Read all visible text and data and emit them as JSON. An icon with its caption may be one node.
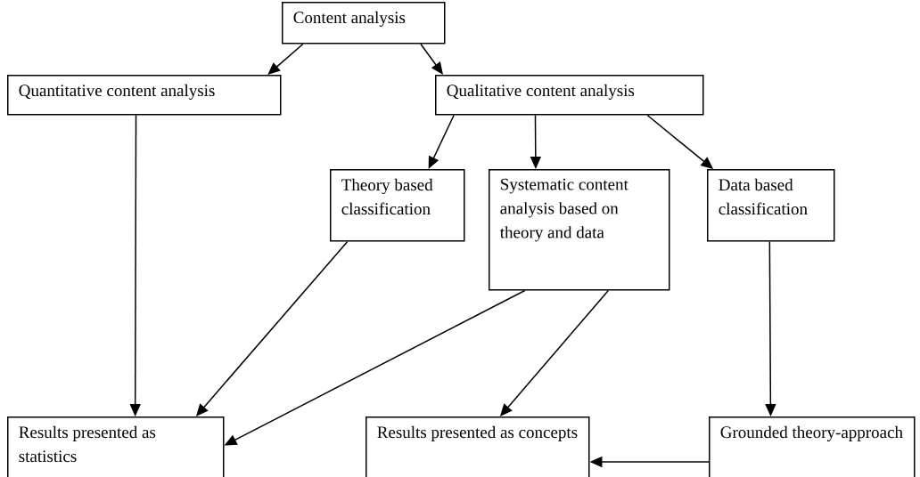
{
  "diagram": {
    "nodes": [
      {
        "text": [
          "Content analysis"
        ]
      },
      {
        "text": [
          "Quantitative content analysis"
        ]
      },
      {
        "text": [
          "Qualitative content analysis"
        ]
      },
      {
        "text": [
          "Theory based classification"
        ]
      },
      {
        "text": [
          "Systematic content analysis based on theory and data"
        ]
      },
      {
        "text": [
          "Data based classification"
        ]
      },
      {
        "text": [
          "Results presented as statistics"
        ]
      },
      {
        "text": [
          "Results presented as concepts"
        ]
      },
      {
        "text": [
          "Grounded theory-approach"
        ]
      }
    ],
    "edges": [
      {
        "from": 0,
        "to": 1,
        "arrow": "to"
      },
      {
        "from": 0,
        "to": 2,
        "arrow": "to"
      },
      {
        "from": 2,
        "to": 3,
        "arrow": "to"
      },
      {
        "from": 2,
        "to": 4,
        "arrow": "to"
      },
      {
        "from": 2,
        "to": 5,
        "arrow": "to"
      },
      {
        "from": 1,
        "to": 6,
        "arrow": "to"
      },
      {
        "from": 3,
        "to": 6,
        "arrow": "to"
      },
      {
        "from": 4,
        "to": 6,
        "arrow": "to"
      },
      {
        "from": 4,
        "to": 7,
        "arrow": "to"
      },
      {
        "from": 5,
        "to": 8,
        "arrow": "to"
      },
      {
        "from": 8,
        "to": 7,
        "arrow": "to"
      }
    ]
  }
}
